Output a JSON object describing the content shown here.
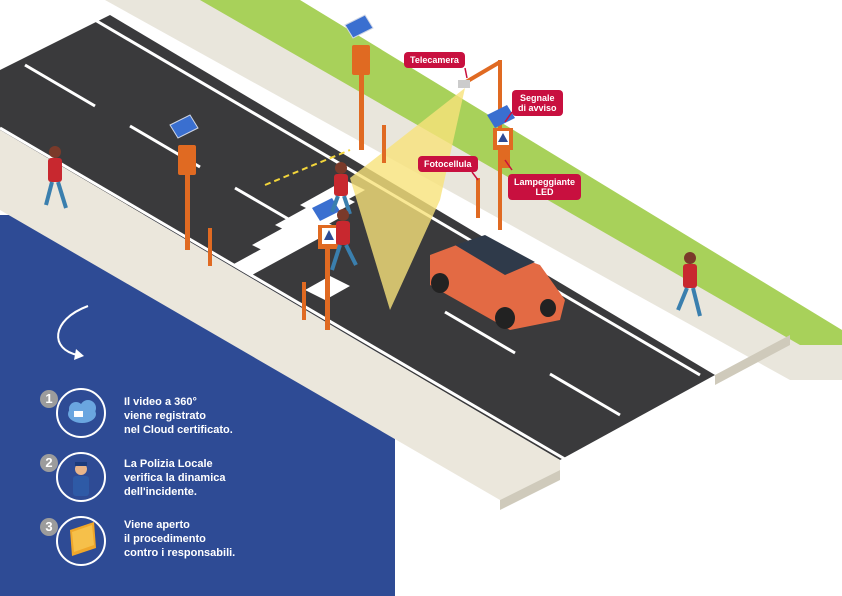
{
  "colors": {
    "panel_blue": "#2e4b95",
    "road": "#3a3a3c",
    "sidewalk": "#e9e6dc",
    "grass": "#9ccb4a",
    "pole_orange": "#e06a22",
    "callout_red": "#c8103f",
    "car_orange": "#e36a44",
    "camera_beam": "#f7e27a"
  },
  "callouts": {
    "camera": "Telecamera",
    "warning_sign": "Segnale\ndi avviso",
    "photocell": "Fotocellula",
    "led_light": "Lampeggiante\nLED"
  },
  "steps": [
    {
      "number": "1",
      "text": "Il video a 360°\nviene registrato\nnel Cloud certificato.",
      "icon": "cloud-video-icon"
    },
    {
      "number": "2",
      "text": "La Polizia Locale\nverifica la dinamica\ndell'incidente.",
      "icon": "police-officer-icon"
    },
    {
      "number": "3",
      "text": "Viene aperto\nil procedimento\ncontro i responsabili.",
      "icon": "folder-icon"
    }
  ]
}
